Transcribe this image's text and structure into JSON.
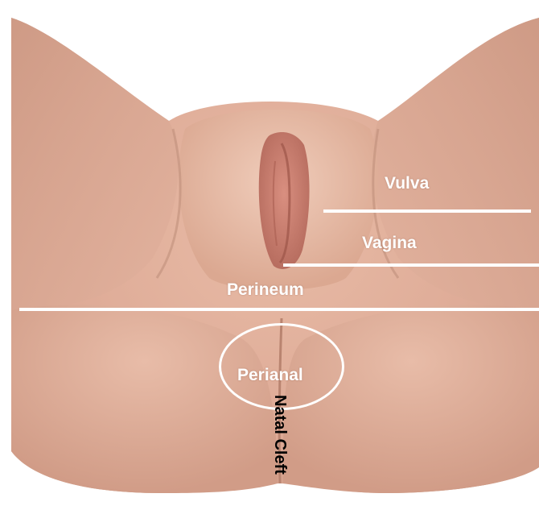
{
  "labels": {
    "vulva": "Vulva",
    "vagina": "Vagina",
    "perineum": "Perineum",
    "perianal": "Perianal",
    "natal_cleft": "Natal Cleft"
  },
  "colors": {
    "skin_base": "#e3b29d",
    "skin_shadow": "#c98f78",
    "skin_highlight": "#f0cdbb",
    "mucosa": "#c9786a",
    "annotation_lines": "#ffffff",
    "vertical_label": "#000000"
  }
}
